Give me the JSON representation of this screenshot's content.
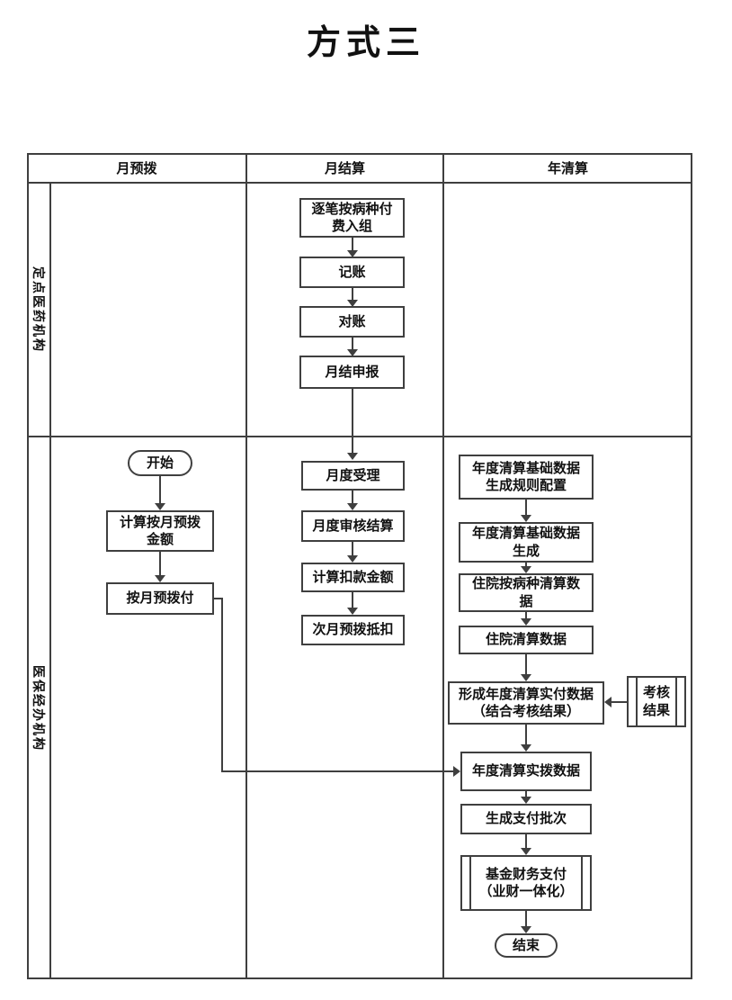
{
  "page": {
    "title": "方式三"
  },
  "colors": {
    "ink": "#3f3f3f",
    "text": "#161616",
    "bg": "#ffffff"
  },
  "table": {
    "col_headers": {
      "prepay": "月预拨",
      "settle": "月结算",
      "clear": "年清算"
    },
    "row_headers": {
      "hospital": "定点医药机构",
      "agency": "医保经办机构"
    }
  },
  "nodes": {
    "per_case_grouping": "逐笔按病种付\n费入组",
    "bookkeeping": "记账",
    "reconciliation": "对账",
    "monthly_declare": "月结申报",
    "start": "开始",
    "calc_monthly_prepay": "计算按月预拨\n金额",
    "monthly_prepay": "按月预拨付",
    "monthly_accept": "月度受理",
    "monthly_audit_settle": "月度审核结算",
    "calc_deduction": "计算扣款金额",
    "next_month_offset": "次月预拨抵扣",
    "annual_rule_config": "年度清算基础数据\n生成规则配置",
    "annual_base_generate": "年度清算基础数据\n生成",
    "inpatient_by_disease": "住院按病种清算数\n据",
    "inpatient_clearing": "住院清算数据",
    "form_actual_pay": "形成年度清算实付数据\n（结合考核结果）",
    "assess_result": "考核\n结果",
    "annual_actual_allocate": "年度清算实拨数据",
    "generate_pay_batch": "生成支付批次",
    "fund_finance_pay": "基金财务支付\n（业财一体化）",
    "end": "结束"
  }
}
